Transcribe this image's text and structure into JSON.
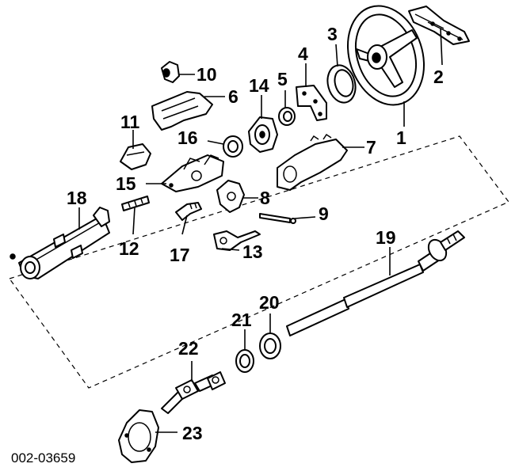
{
  "figure_code": "002-03659",
  "callouts": {
    "p1": "1",
    "p2": "2",
    "p3": "3",
    "p4": "4",
    "p5": "5",
    "p6": "6",
    "p7": "7",
    "p8": "8",
    "p9": "9",
    "p10": "10",
    "p11": "11",
    "p12": "12",
    "p13": "13",
    "p14": "14",
    "p15": "15",
    "p16": "16",
    "p17": "17",
    "p18": "18",
    "p19": "19",
    "p20": "20",
    "p21": "21",
    "p22": "22",
    "p23": "23"
  }
}
